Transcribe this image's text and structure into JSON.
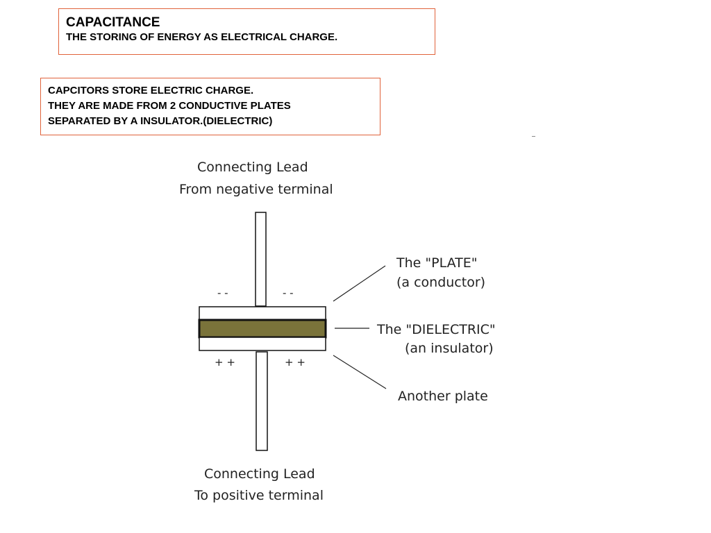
{
  "title": {
    "heading": "CAPACITANCE",
    "subheading": "THE STORING OF ENERGY AS ELECTRICAL CHARGE."
  },
  "info": {
    "lines": [
      "CAPCITORS STORE ELECTRIC CHARGE.",
      "THEY ARE MADE FROM 2 CONDUCTIVE PLATES",
      "SEPARATED BY  A INSULATOR.(DIELECTRIC)"
    ]
  },
  "diagram": {
    "top_lead_label_1": "Connecting Lead",
    "top_lead_label_2": "From negative terminal",
    "plate_label_1": "The \"PLATE\"",
    "plate_label_2": "(a conductor)",
    "dielectric_label_1": "The \"DIELECTRIC\"",
    "dielectric_label_2": "(an insulator)",
    "other_plate_label": "Another plate",
    "bottom_lead_label_1": "Connecting Lead",
    "bottom_lead_label_2": "To positive terminal",
    "negative_sign_left": "- -",
    "negative_sign_right": "- -",
    "positive_sign_left": "+ +",
    "positive_sign_right": "+  +",
    "colors": {
      "dielectric": "#7a733a",
      "border": "#e0623a"
    }
  }
}
